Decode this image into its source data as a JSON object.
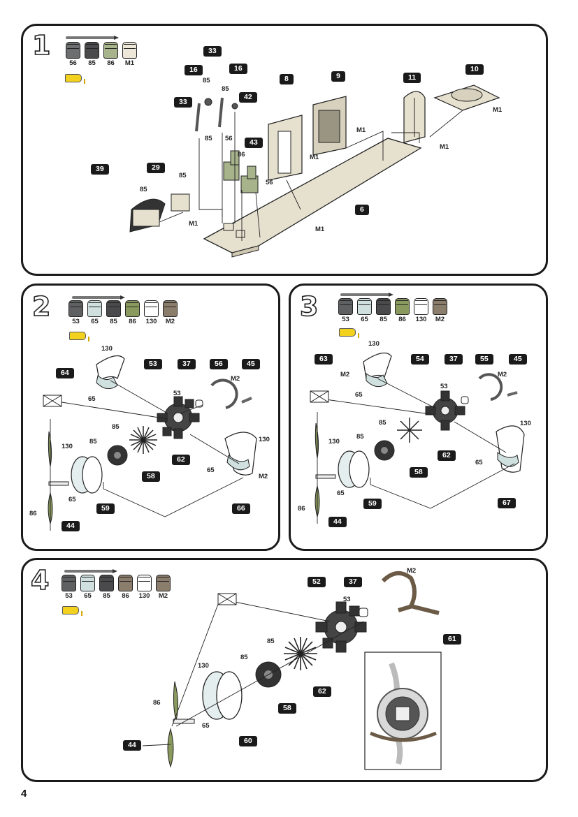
{
  "page_number": "4",
  "steps": [
    {
      "number": "1",
      "paints": [
        "56",
        "85",
        "86",
        "M1"
      ],
      "paint_colors": [
        "#6d6e70",
        "#4a4a4c",
        "#a7b38a",
        "#ece7d8"
      ],
      "labels": [
        {
          "text": "16",
          "kind": "tag"
        },
        {
          "text": "33",
          "kind": "tag"
        },
        {
          "text": "16",
          "kind": "tag"
        },
        {
          "text": "85",
          "kind": "paint"
        },
        {
          "text": "85",
          "kind": "paint"
        },
        {
          "text": "33",
          "kind": "tag"
        },
        {
          "text": "42",
          "kind": "tag"
        },
        {
          "text": "8",
          "kind": "tag"
        },
        {
          "text": "9",
          "kind": "tag"
        },
        {
          "text": "11",
          "kind": "tag"
        },
        {
          "text": "10",
          "kind": "tag"
        },
        {
          "text": "M1",
          "kind": "paint"
        },
        {
          "text": "M1",
          "kind": "paint"
        },
        {
          "text": "M1",
          "kind": "paint"
        },
        {
          "text": "M1",
          "kind": "paint"
        },
        {
          "text": "85",
          "kind": "paint"
        },
        {
          "text": "56",
          "kind": "paint"
        },
        {
          "text": "43",
          "kind": "tag"
        },
        {
          "text": "86",
          "kind": "paint"
        },
        {
          "text": "56",
          "kind": "paint"
        },
        {
          "text": "39",
          "kind": "tag"
        },
        {
          "text": "29",
          "kind": "tag"
        },
        {
          "text": "85",
          "kind": "paint"
        },
        {
          "text": "85",
          "kind": "paint"
        },
        {
          "text": "M1",
          "kind": "paint"
        },
        {
          "text": "6",
          "kind": "tag"
        },
        {
          "text": "M1",
          "kind": "paint"
        }
      ]
    },
    {
      "number": "2",
      "paints": [
        "53",
        "65",
        "85",
        "86",
        "130",
        "M2"
      ],
      "paint_colors": [
        "#5f6062",
        "#cfe0df",
        "#4a4a4c",
        "#8a9a5e",
        "#ffffff",
        "#8b7d6b"
      ],
      "labels": [
        {
          "text": "130",
          "kind": "paint"
        },
        {
          "text": "64",
          "kind": "tag"
        },
        {
          "text": "53",
          "kind": "tag"
        },
        {
          "text": "37",
          "kind": "tag"
        },
        {
          "text": "56",
          "kind": "tag"
        },
        {
          "text": "45",
          "kind": "tag"
        },
        {
          "text": "M2",
          "kind": "paint"
        },
        {
          "text": "53",
          "kind": "paint"
        },
        {
          "text": "65",
          "kind": "paint"
        },
        {
          "text": "85",
          "kind": "paint"
        },
        {
          "text": "85",
          "kind": "paint"
        },
        {
          "text": "130",
          "kind": "paint"
        },
        {
          "text": "130",
          "kind": "paint"
        },
        {
          "text": "62",
          "kind": "tag"
        },
        {
          "text": "58",
          "kind": "tag"
        },
        {
          "text": "65",
          "kind": "paint"
        },
        {
          "text": "M2",
          "kind": "paint"
        },
        {
          "text": "65",
          "kind": "paint"
        },
        {
          "text": "59",
          "kind": "tag"
        },
        {
          "text": "66",
          "kind": "tag"
        },
        {
          "text": "86",
          "kind": "paint"
        },
        {
          "text": "44",
          "kind": "tag"
        }
      ]
    },
    {
      "number": "3",
      "paints": [
        "53",
        "65",
        "85",
        "86",
        "130",
        "M2"
      ],
      "paint_colors": [
        "#5f6062",
        "#cfe0df",
        "#4a4a4c",
        "#8a9a5e",
        "#ffffff",
        "#8b7d6b"
      ],
      "labels": [
        {
          "text": "130",
          "kind": "paint"
        },
        {
          "text": "63",
          "kind": "tag"
        },
        {
          "text": "54",
          "kind": "tag"
        },
        {
          "text": "37",
          "kind": "tag"
        },
        {
          "text": "55",
          "kind": "tag"
        },
        {
          "text": "45",
          "kind": "tag"
        },
        {
          "text": "M2",
          "kind": "paint"
        },
        {
          "text": "M2",
          "kind": "paint"
        },
        {
          "text": "65",
          "kind": "paint"
        },
        {
          "text": "53",
          "kind": "paint"
        },
        {
          "text": "85",
          "kind": "paint"
        },
        {
          "text": "130",
          "kind": "paint"
        },
        {
          "text": "85",
          "kind": "paint"
        },
        {
          "text": "130",
          "kind": "paint"
        },
        {
          "text": "62",
          "kind": "tag"
        },
        {
          "text": "58",
          "kind": "tag"
        },
        {
          "text": "65",
          "kind": "paint"
        },
        {
          "text": "65",
          "kind": "paint"
        },
        {
          "text": "59",
          "kind": "tag"
        },
        {
          "text": "67",
          "kind": "tag"
        },
        {
          "text": "86",
          "kind": "paint"
        },
        {
          "text": "44",
          "kind": "tag"
        }
      ]
    },
    {
      "number": "4",
      "paints": [
        "53",
        "65",
        "85",
        "86",
        "130",
        "M2"
      ],
      "paint_colors": [
        "#5f6062",
        "#cfe0df",
        "#4a4a4c",
        "#8b7d6b",
        "#ffffff",
        "#8b7d6b"
      ],
      "labels": [
        {
          "text": "52",
          "kind": "tag"
        },
        {
          "text": "37",
          "kind": "tag"
        },
        {
          "text": "M2",
          "kind": "paint"
        },
        {
          "text": "53",
          "kind": "paint"
        },
        {
          "text": "61",
          "kind": "tag"
        },
        {
          "text": "85",
          "kind": "paint"
        },
        {
          "text": "85",
          "kind": "paint"
        },
        {
          "text": "130",
          "kind": "paint"
        },
        {
          "text": "62",
          "kind": "tag"
        },
        {
          "text": "86",
          "kind": "paint"
        },
        {
          "text": "58",
          "kind": "tag"
        },
        {
          "text": "65",
          "kind": "paint"
        },
        {
          "text": "60",
          "kind": "tag"
        },
        {
          "text": "44",
          "kind": "tag"
        }
      ]
    }
  ]
}
